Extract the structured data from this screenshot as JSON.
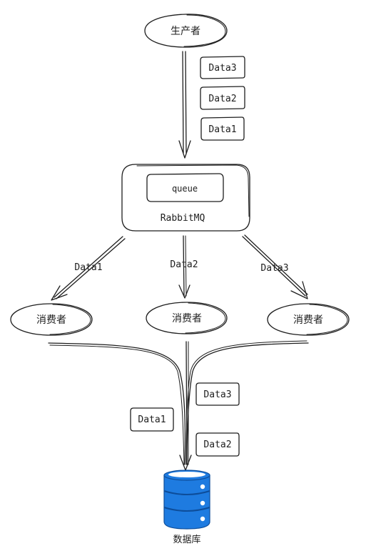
{
  "producer": {
    "label": "生产者"
  },
  "inbound_messages": [
    "Data3",
    "Data2",
    "Data1"
  ],
  "broker": {
    "queue_label": "queue",
    "name": "RabbitMQ"
  },
  "routes": [
    {
      "label": "Data1"
    },
    {
      "label": "Data2"
    },
    {
      "label": "Data3"
    }
  ],
  "consumers": [
    {
      "label": "消费者"
    },
    {
      "label": "消费者"
    },
    {
      "label": "消费者"
    }
  ],
  "db_messages": [
    "Data3",
    "Data1",
    "Data2"
  ],
  "database": {
    "label": "数据库",
    "color": "#1e7be0"
  }
}
